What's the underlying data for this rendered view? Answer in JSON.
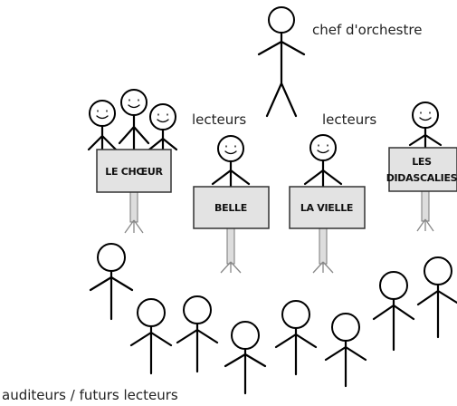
{
  "labels": {
    "conductor": "chef d'orchestre",
    "readers_left": "lecteurs",
    "readers_right": "lecteurs",
    "audience": "auditeurs / futurs lecteurs"
  },
  "signs": {
    "choir": "LE CHŒUR",
    "belle": "BELLE",
    "vielle": "LA VIELLE",
    "didascalies_line1": "LES",
    "didascalies_line2": "DIDASCALIES"
  },
  "colors": {
    "line": "#000000",
    "board_fill": "#e3e3e3",
    "background": "#ffffff"
  }
}
